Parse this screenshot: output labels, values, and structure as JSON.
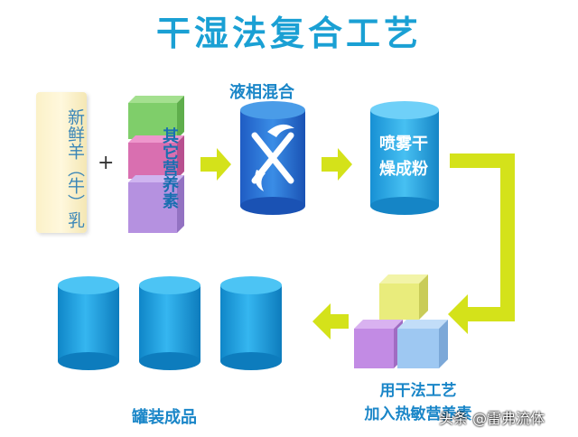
{
  "title": "干湿法复合工艺",
  "inputs": {
    "milk": "新鲜羊（牛）乳",
    "plus": "+",
    "nutrients": "其它营养素"
  },
  "steps": {
    "liquid_mix": "液相混合",
    "spray_dry": "喷雾干燥成粉",
    "dry_add_line1": "用干法工艺",
    "dry_add_line2": "加入热敏营养素",
    "canned": "罐装成品"
  },
  "watermark": "头条 @雷弗流体",
  "colors": {
    "title": "#1aa0d4",
    "cylinder": "#1f9fe0",
    "arrow": "#d4e21a",
    "cube_green": "#7fce6a",
    "cube_pink": "#d96fb0",
    "cube_purple": "#b591e0",
    "cube_yellow": "#e9ec7c",
    "cube_lavender": "#c28be4",
    "cube_lightblue": "#9ec8f2"
  }
}
